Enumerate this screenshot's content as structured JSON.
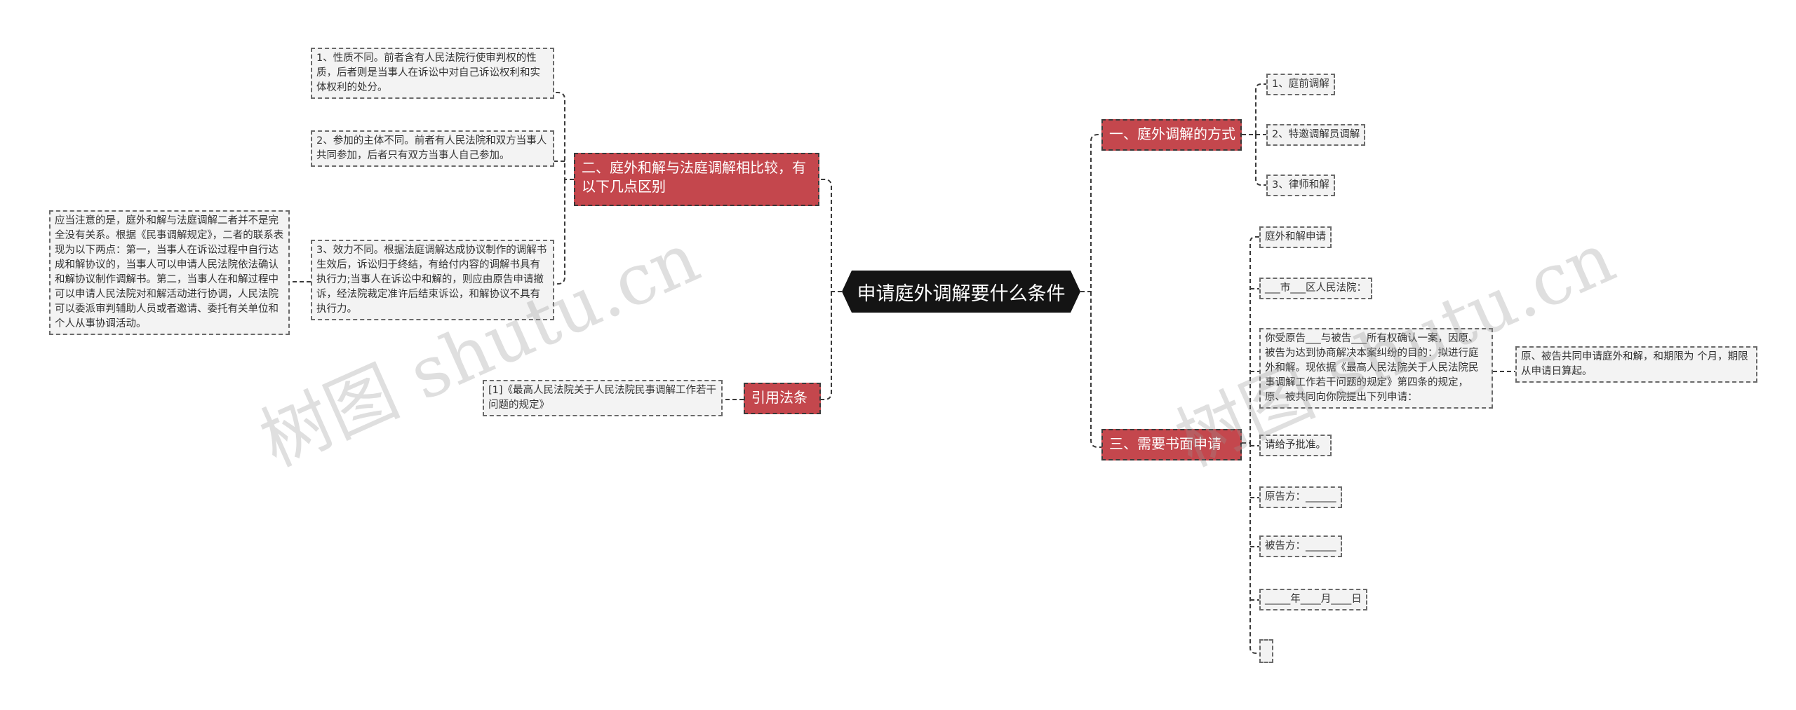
{
  "root": {
    "label": "申请庭外调解要什么条件"
  },
  "branches": {
    "b1": "一、庭外调解的方式",
    "b2": "二、庭外和解与法庭调解相比较，有以下几点区别",
    "b3": "三、需要书面申请",
    "b4": "引用法条"
  },
  "b1_items": [
    "1、庭前调解",
    "2、特邀调解员调解",
    "3、律师和解"
  ],
  "b2_items": [
    "1、性质不同。前者含有人民法院行使审判权的性质，后者则是当事人在诉讼中对自己诉讼权利和实体权利的处分。",
    "2、参加的主体不同。前者有人民法院和双方当事人共同参加，后者只有双方当事人自己参加。",
    "3、效力不同。根据法庭调解达成协议制作的调解书生效后，诉讼归于终结，有给付内容的调解书具有执行力;当事人在诉讼中和解的，则应由原告申请撤诉，经法院裁定准许后结束诉讼，和解协议不具有执行力。"
  ],
  "b2_note": "应当注意的是，庭外和解与法庭调解二者并不是完全没有关系。根据《民事调解规定》，二者的联系表现为以下两点：第一，当事人在诉讼过程中自行达成和解协议的，当事人可以申请人民法院依法确认和解协议制作调解书。第二，当事人在和解过程中可以申请人民法院对和解活动进行协调，人民法院可以委派审判辅助人员或者邀请、委托有关单位和个人从事协调活动。",
  "b3_items": [
    "庭外和解申请",
    "___市___区人民法院：",
    "你受原告___与被告___所有权确认一案，因原、被告为达到协商解决本案纠纷的目的：拟进行庭外和解。现依据《最高人民法院关于人民法院民事调解工作若干问题的规定》第四条的规定，原、被共同向你院提出下列申请：",
    "请给予批准。",
    "原告方：______",
    "被告方：______",
    "_____年____月____日",
    ""
  ],
  "b3_sub": "原、被告共同申请庭外和解，和期限为 个月，期限从申请日算起。",
  "b4_items": [
    "[1]《最高人民法院关于人民法院民事调解工作若干问题的规定》"
  ],
  "watermarks": [
    "树图 shutu.cn",
    "树图 shutu.cn"
  ],
  "colors": {
    "root": "#141414",
    "branch": "#c4474d",
    "leaf": "#f3f3f3",
    "line": "#3a3a3a"
  }
}
